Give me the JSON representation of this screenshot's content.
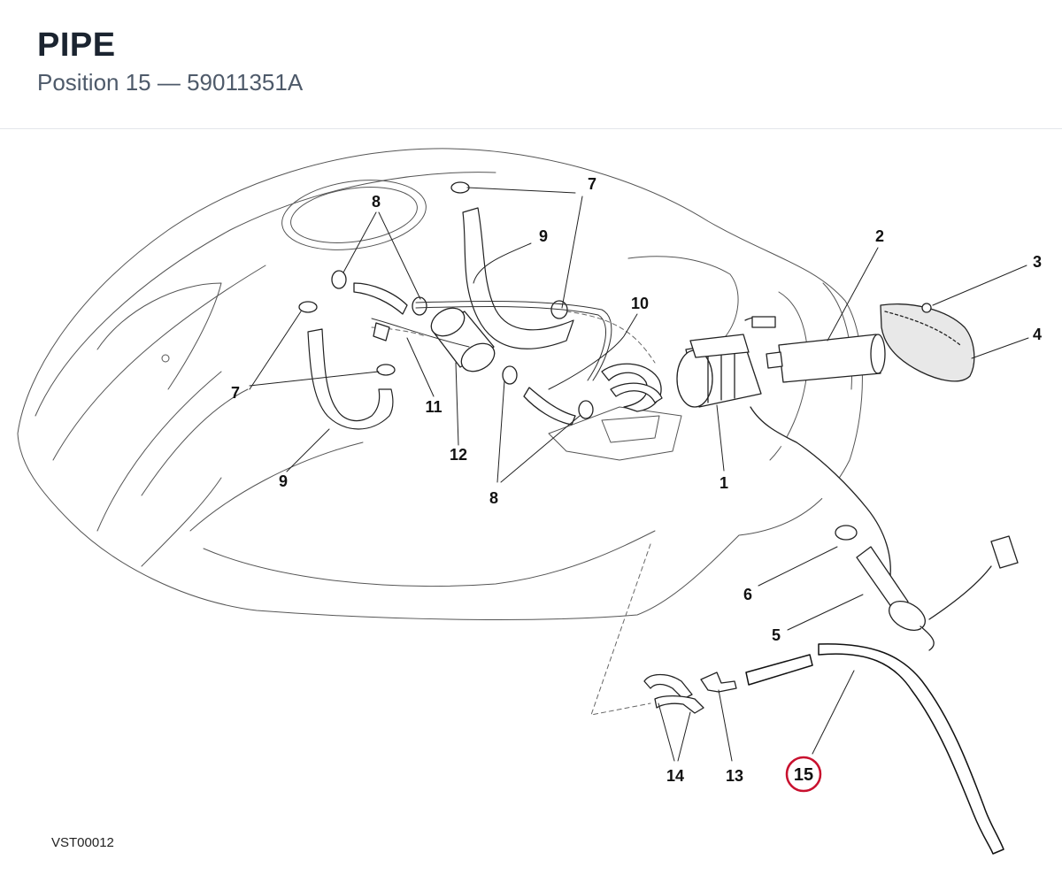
{
  "header": {
    "title": "PIPE",
    "subtitle": "Position 15 — 59011351A"
  },
  "diagram": {
    "reference_code": "VST00012",
    "highlight_color": "#c8102e",
    "callouts": [
      {
        "id": "c1",
        "label": "1"
      },
      {
        "id": "c2",
        "label": "2"
      },
      {
        "id": "c3",
        "label": "3"
      },
      {
        "id": "c4",
        "label": "4"
      },
      {
        "id": "c5",
        "label": "5"
      },
      {
        "id": "c6",
        "label": "6"
      },
      {
        "id": "c7a",
        "label": "7"
      },
      {
        "id": "c7b",
        "label": "7"
      },
      {
        "id": "c8a",
        "label": "8"
      },
      {
        "id": "c8b",
        "label": "8"
      },
      {
        "id": "c9a",
        "label": "9"
      },
      {
        "id": "c9b",
        "label": "9"
      },
      {
        "id": "c10",
        "label": "10"
      },
      {
        "id": "c11",
        "label": "11"
      },
      {
        "id": "c12",
        "label": "12"
      },
      {
        "id": "c13",
        "label": "13"
      },
      {
        "id": "c14",
        "label": "14"
      },
      {
        "id": "c15",
        "label": "15",
        "highlighted": true
      }
    ]
  }
}
